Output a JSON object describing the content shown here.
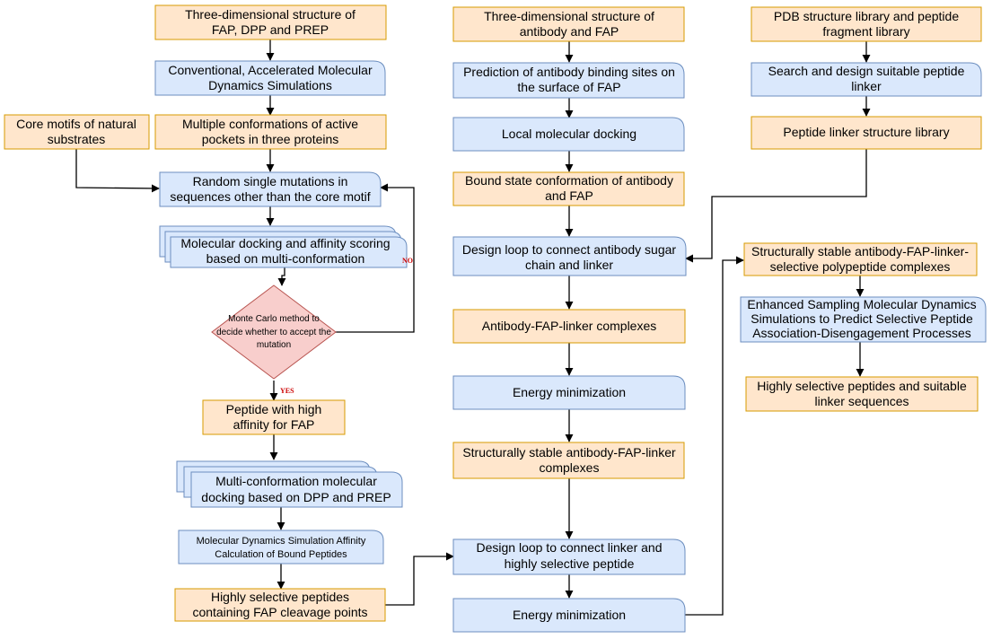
{
  "colors": {
    "orange_fill": "#ffe6cc",
    "orange_stroke": "#d79b00",
    "blue_fill": "#dae8fc",
    "blue_stroke": "#6c8ebf",
    "decision_fill": "#f8cecc",
    "decision_stroke": "#b85450",
    "yes_no_text": "#cc0000"
  },
  "left": {
    "n1": [
      "Three-dimensional structure of",
      "FAP, DPP and PREP"
    ],
    "n2": [
      "Conventional, Accelerated Molecular",
      "Dynamics Simulations"
    ],
    "n3": [
      "Multiple conformations of active",
      "pockets in three proteins"
    ],
    "n4": [
      "Core motifs of natural",
      "substrates"
    ],
    "n5": [
      "Random single mutations in",
      "sequences other than the core motif"
    ],
    "n6": [
      "Molecular docking and affinity scoring",
      "based on multi-conformation"
    ],
    "n7": [
      "Monte Carlo method to",
      "decide whether to accept the",
      "mutation"
    ],
    "n8": [
      "Peptide with high",
      "affinity for FAP"
    ],
    "n9": [
      "Multi-conformation molecular",
      "docking based on DPP and PREP"
    ],
    "n10": [
      "Molecular Dynamics Simulation Affinity",
      "Calculation of Bound Peptides"
    ],
    "n11": [
      "Highly selective peptides",
      "containing FAP cleavage points"
    ],
    "yes": "YES",
    "no": "NO"
  },
  "middle": {
    "m1": [
      "Three-dimensional structure of",
      "antibody and FAP"
    ],
    "m2": [
      "Prediction of antibody binding sites on",
      "the surface of FAP"
    ],
    "m3": [
      "Local molecular docking"
    ],
    "m4": [
      "Bound state conformation of antibody",
      "and FAP"
    ],
    "m5": [
      "Design loop to connect antibody sugar",
      "chain and linker"
    ],
    "m6": [
      "Antibody-FAP-linker complexes"
    ],
    "m7": [
      "Energy minimization"
    ],
    "m8": [
      "Structurally stable antibody-FAP-linker",
      "complexes"
    ],
    "m9": [
      "Design loop to connect linker and",
      "highly selective peptide"
    ],
    "m10": [
      "Energy minimization"
    ]
  },
  "right": {
    "r1": [
      "PDB structure library and peptide",
      "fragment library"
    ],
    "r2": [
      "Search and design suitable peptide",
      "linker"
    ],
    "r3": [
      "Peptide linker structure library"
    ],
    "r4": [
      "Structurally stable antibody-FAP-linker-",
      "selective polypeptide complexes"
    ],
    "r5": [
      "Enhanced Sampling Molecular Dynamics",
      "Simulations to Predict Selective Peptide",
      "Association-Disengagement Processes"
    ],
    "r6": [
      "Highly selective peptides and suitable",
      "linker sequences"
    ]
  }
}
